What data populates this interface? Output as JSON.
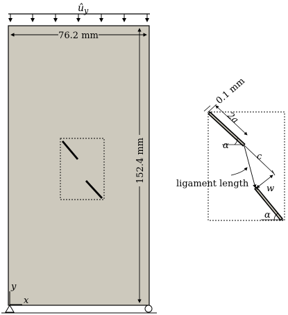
{
  "diagram": {
    "top_load_label": "û",
    "top_load_sub": "y",
    "width_label": "76.2 mm",
    "height_label": "152.4 mm",
    "axis_y": "y",
    "axis_x": "x",
    "slit_width_label": "0.1 mm",
    "crack_length_label": "2a",
    "angle_label_top": "α",
    "angle_label_bottom": "α",
    "offset_label": "c",
    "gap_label": "w",
    "ligament_label": "ligament length"
  },
  "colors": {
    "specimen_fill": "#cdc9bd",
    "stroke": "#000000",
    "background": "#ffffff"
  }
}
